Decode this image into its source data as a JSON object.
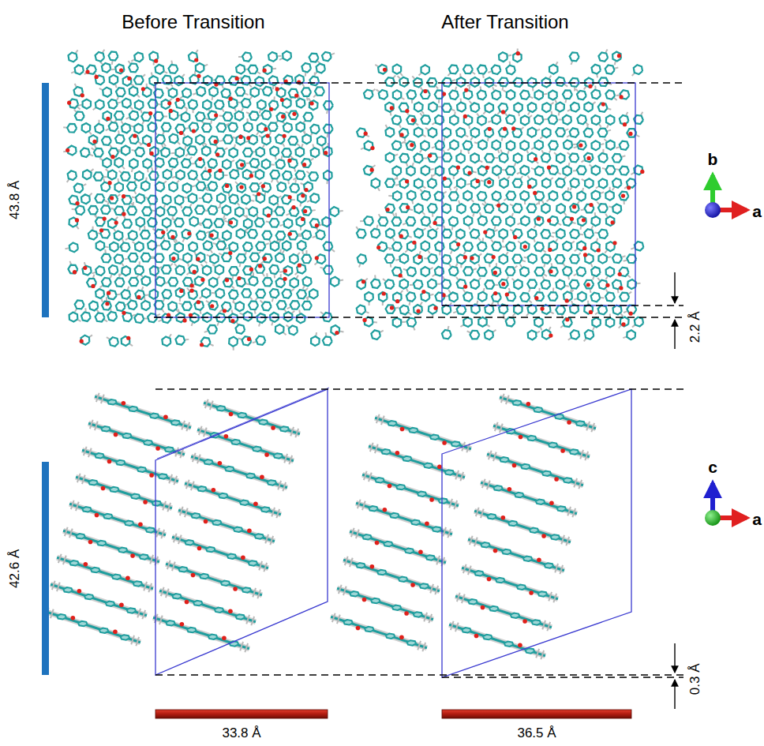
{
  "diagram": {
    "labels": [
      "Before Transition",
      "After Transition",
      "43.8 Å",
      "2.2 Å",
      "42.6 Å",
      "0.3 Å",
      "33.8 Å",
      "36.5 Å",
      "b",
      "a",
      "c",
      "a"
    ]
  }
}
